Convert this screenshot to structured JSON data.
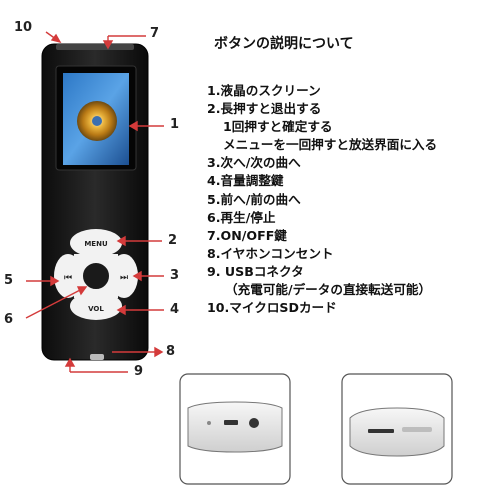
{
  "title": "ボタンの説明について",
  "legend": [
    "1.液晶のスクリーン",
    "2.長押すと退出する",
    "1回押すと確定する",
    "メニューを一回押すと放送界面に入る",
    "3.次へ/次の曲へ",
    "4.音量調整鍵",
    "5.前へ/前の曲へ",
    "6.再生/停止",
    "7.ON/OFF鍵",
    "8.イヤホンコンセント",
    "9. USBコネクタ",
    "（充電可能/データの直接転送可能）",
    "10.マイクロSDカード"
  ],
  "callouts": {
    "c1": "1",
    "c2": "2",
    "c3": "3",
    "c4": "4",
    "c5": "5",
    "c6": "6",
    "c7": "7",
    "c8": "8",
    "c9": "9",
    "c10": "10"
  },
  "buttons": {
    "menu": "MENU",
    "vol": "VOL",
    "prev": "⏮",
    "next": "⏭"
  },
  "colors": {
    "arrow": "#d43b3b",
    "body": "#1b1b1b",
    "pad": "#f2f2f2"
  }
}
